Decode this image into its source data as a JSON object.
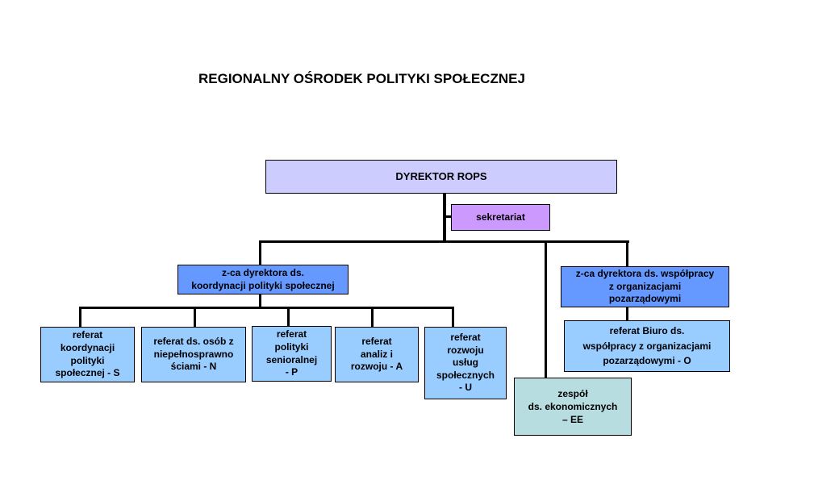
{
  "title": "REGIONALNY OŚRODEK POLITYKI SPOŁECZNEJ",
  "colors": {
    "director": "#ccccff",
    "secretariat": "#cc99ff",
    "deputy": "#6699ff",
    "unit": "#99ccff",
    "economic": "#b8dde0",
    "lines": "#000000"
  },
  "director": {
    "label": "DYREKTOR ROPS"
  },
  "secretariat": {
    "label": "sekretariat"
  },
  "deputy_coordination": {
    "label": "z-ca dyrektora ds.\nkoordynacji polityki społecznej"
  },
  "deputy_cooperation": {
    "label": "z-ca dyrektora  ds. współpracy\nz organizacjami\npozarządowymi"
  },
  "units": [
    {
      "label": "referat\nkoordynacji\npolityki\nspołecznej - S"
    },
    {
      "label": "referat ds. osób z\nniepełnosprawno\nściami - N"
    },
    {
      "label": "referat\npolityki\nsenioralnej\n- P"
    },
    {
      "label": "referat\nanaliz i\nrozwoju - A"
    },
    {
      "label": "referat\nrozwoju\nusług\nspołecznych\n- U"
    }
  ],
  "unit_ngo": {
    "label": "referat Biuro ds.\nwspółpracy z organizacjami\npozarządowymi - O"
  },
  "unit_economic": {
    "label": "zespół\nds. ekonomicznych\n–  EE"
  }
}
